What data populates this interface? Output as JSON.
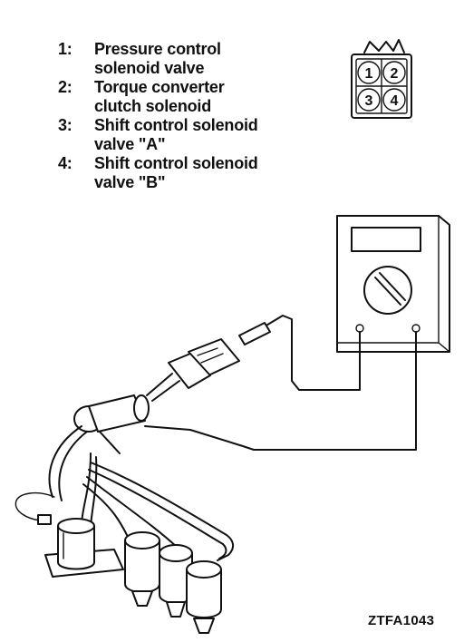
{
  "legend": [
    {
      "num": "1:",
      "text": "Pressure control\nsolenoid valve"
    },
    {
      "num": "2:",
      "text": "Torque converter\nclutch solenoid"
    },
    {
      "num": "3:",
      "text": "Shift control solenoid\nvalve \"A\""
    },
    {
      "num": "4:",
      "text": "Shift control solenoid\nvalve \"B\""
    }
  ],
  "connector": {
    "pins": [
      "1",
      "2",
      "3",
      "4"
    ]
  },
  "figure_code": "ZTFA1043"
}
